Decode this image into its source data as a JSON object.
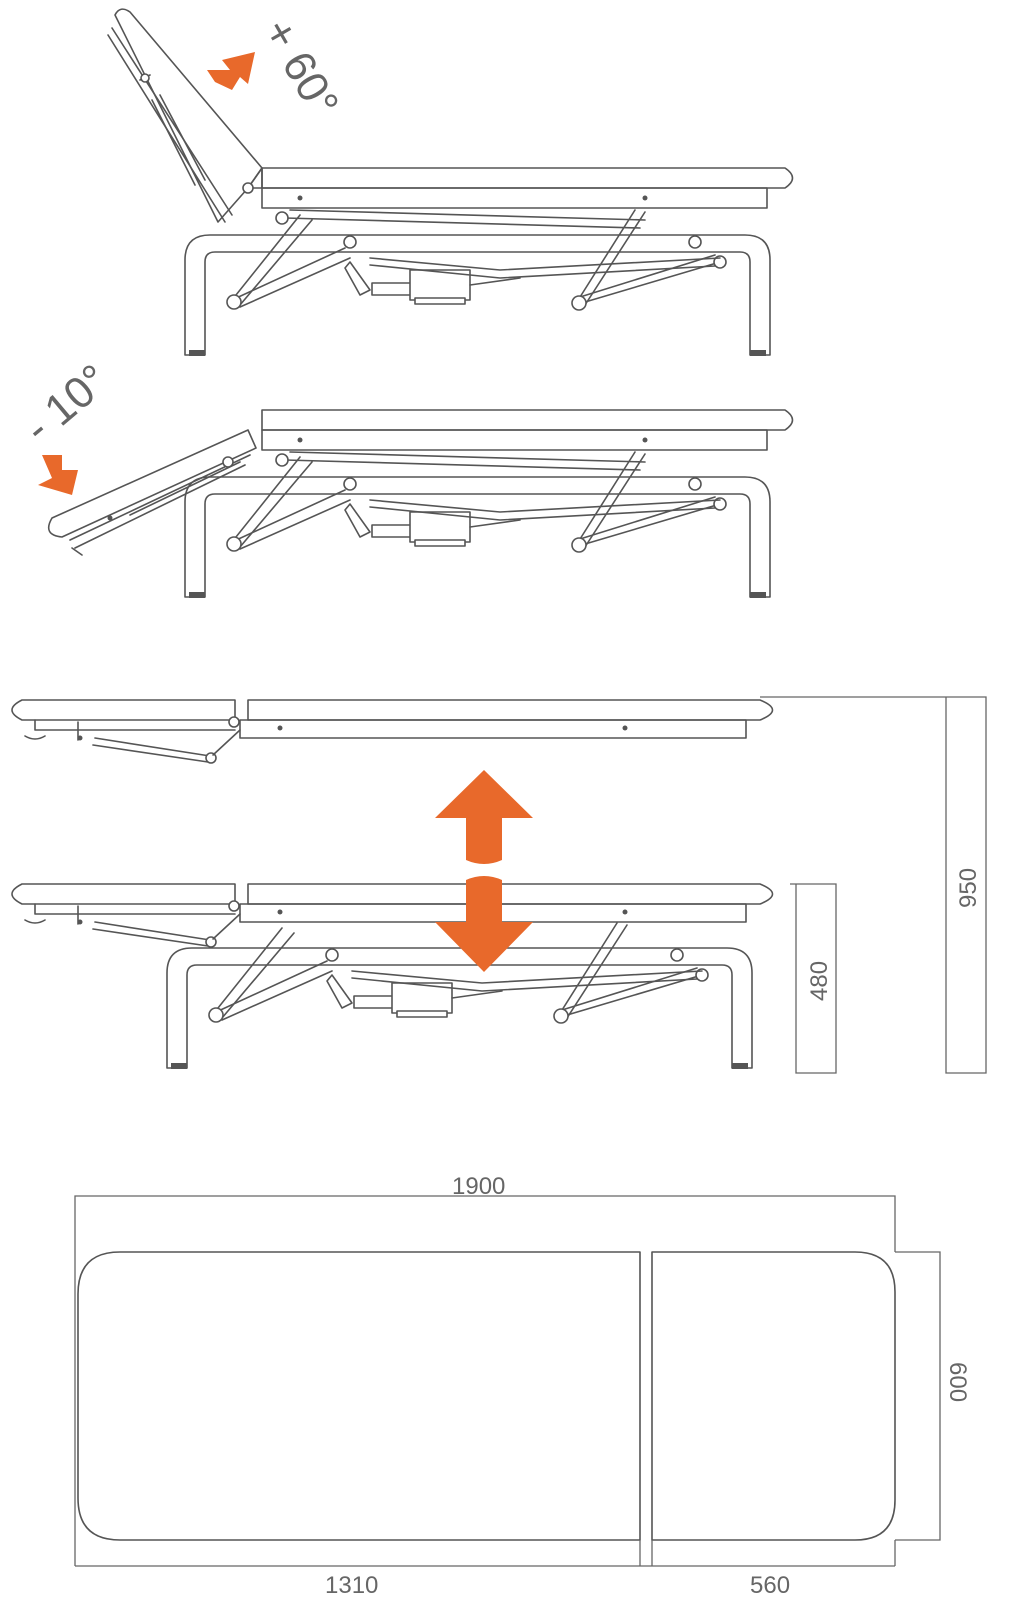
{
  "diagram": {
    "accent_color": "#e8692b",
    "line_color": "#555555",
    "labels": {
      "angle_up": "+ 60°",
      "angle_down": "- 10°",
      "height_max": "950",
      "height_min": "480",
      "length_total": "1900",
      "width": "600",
      "length_main": "1310",
      "length_back": "560"
    },
    "icons": [
      "arrow-up-right-icon",
      "arrow-down-right-icon",
      "double-arrow-up-down-icon"
    ]
  }
}
